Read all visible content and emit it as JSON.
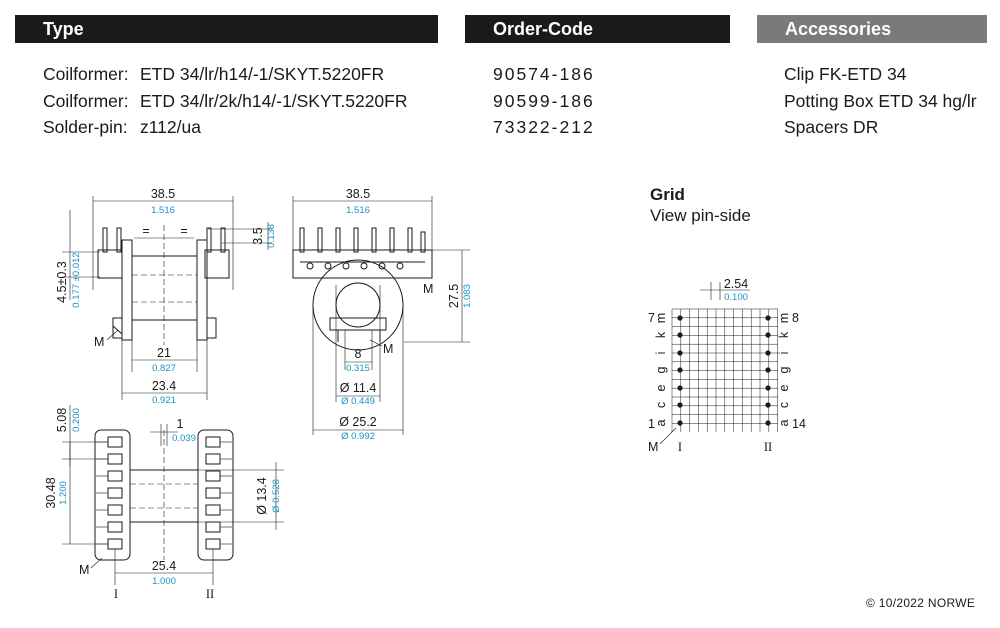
{
  "colors": {
    "header_dark": "#1a1a1a",
    "header_grey": "#7a7a7a",
    "dimension_blue": "#1a93c4"
  },
  "headers": {
    "type": "Type",
    "order_code": "Order-Code",
    "accessories": "Accessories"
  },
  "rows": [
    {
      "label": "Coilformer:",
      "type": "ETD 34/lr/h14/-1/SKYT.5220FR",
      "code": "90574-186",
      "accessory": "Clip FK-ETD 34"
    },
    {
      "label": "Coilformer:",
      "type": "ETD 34/lr/2k/h14/-1/SKYT.5220FR",
      "code": "90599-186",
      "accessory": "Potting Box ETD 34 hg/lr"
    },
    {
      "label": "Solder-pin:",
      "type": "z112/ua",
      "code": "73322-212",
      "accessory": "Spacers DR"
    }
  ],
  "grid": {
    "title": "Grid",
    "subtitle": "View pin-side",
    "pitch_mm": "2.54",
    "pitch_in": "0.100",
    "left_letters": [
      "m",
      "k",
      "i",
      "g",
      "e",
      "c",
      "a"
    ],
    "right_letters": [
      "m",
      "k",
      "i",
      "g",
      "e",
      "c",
      "a"
    ],
    "left_top": "7",
    "left_bottom": "1",
    "right_top": "8",
    "right_bottom": "14",
    "marker": "M",
    "row_I": "I",
    "row_II": "II"
  },
  "side_view": {
    "width_mm": "38.5",
    "width_in": "1.516",
    "pin_len_mm": "3.5",
    "pin_len_in": "0.138",
    "eq1": "=",
    "eq2": "=",
    "height_mm": "4.5±0.3",
    "height_in": "0.177 ±0.012",
    "inner_mm": "21",
    "inner_in": "0.827",
    "outer_mm": "23.4",
    "outer_in": "0.921",
    "marker": "M"
  },
  "front_view": {
    "width_mm": "38.5",
    "width_in": "1.516",
    "height_mm": "27.5",
    "height_in": "1.083",
    "slot_mm": "8",
    "slot_in": "0.315",
    "core_mm": "Ø 11.4",
    "core_in": "Ø 0.449",
    "flange_mm": "Ø 25.2",
    "flange_in": "Ø 0.992",
    "marker": "M"
  },
  "bottom_view": {
    "pin_mm": "1",
    "pin_in": "0.039",
    "offset_mm": "5.08",
    "offset_in": "0.200",
    "length_mm": "30.48",
    "length_in": "1.200",
    "dia_mm": "Ø 13.4",
    "dia_in": "Ø 0.528",
    "row_mm": "25.4",
    "row_in": "1.000",
    "marker": "M",
    "row_I": "I",
    "row_II": "II"
  },
  "copyright": "© 10/2022 NORWE"
}
